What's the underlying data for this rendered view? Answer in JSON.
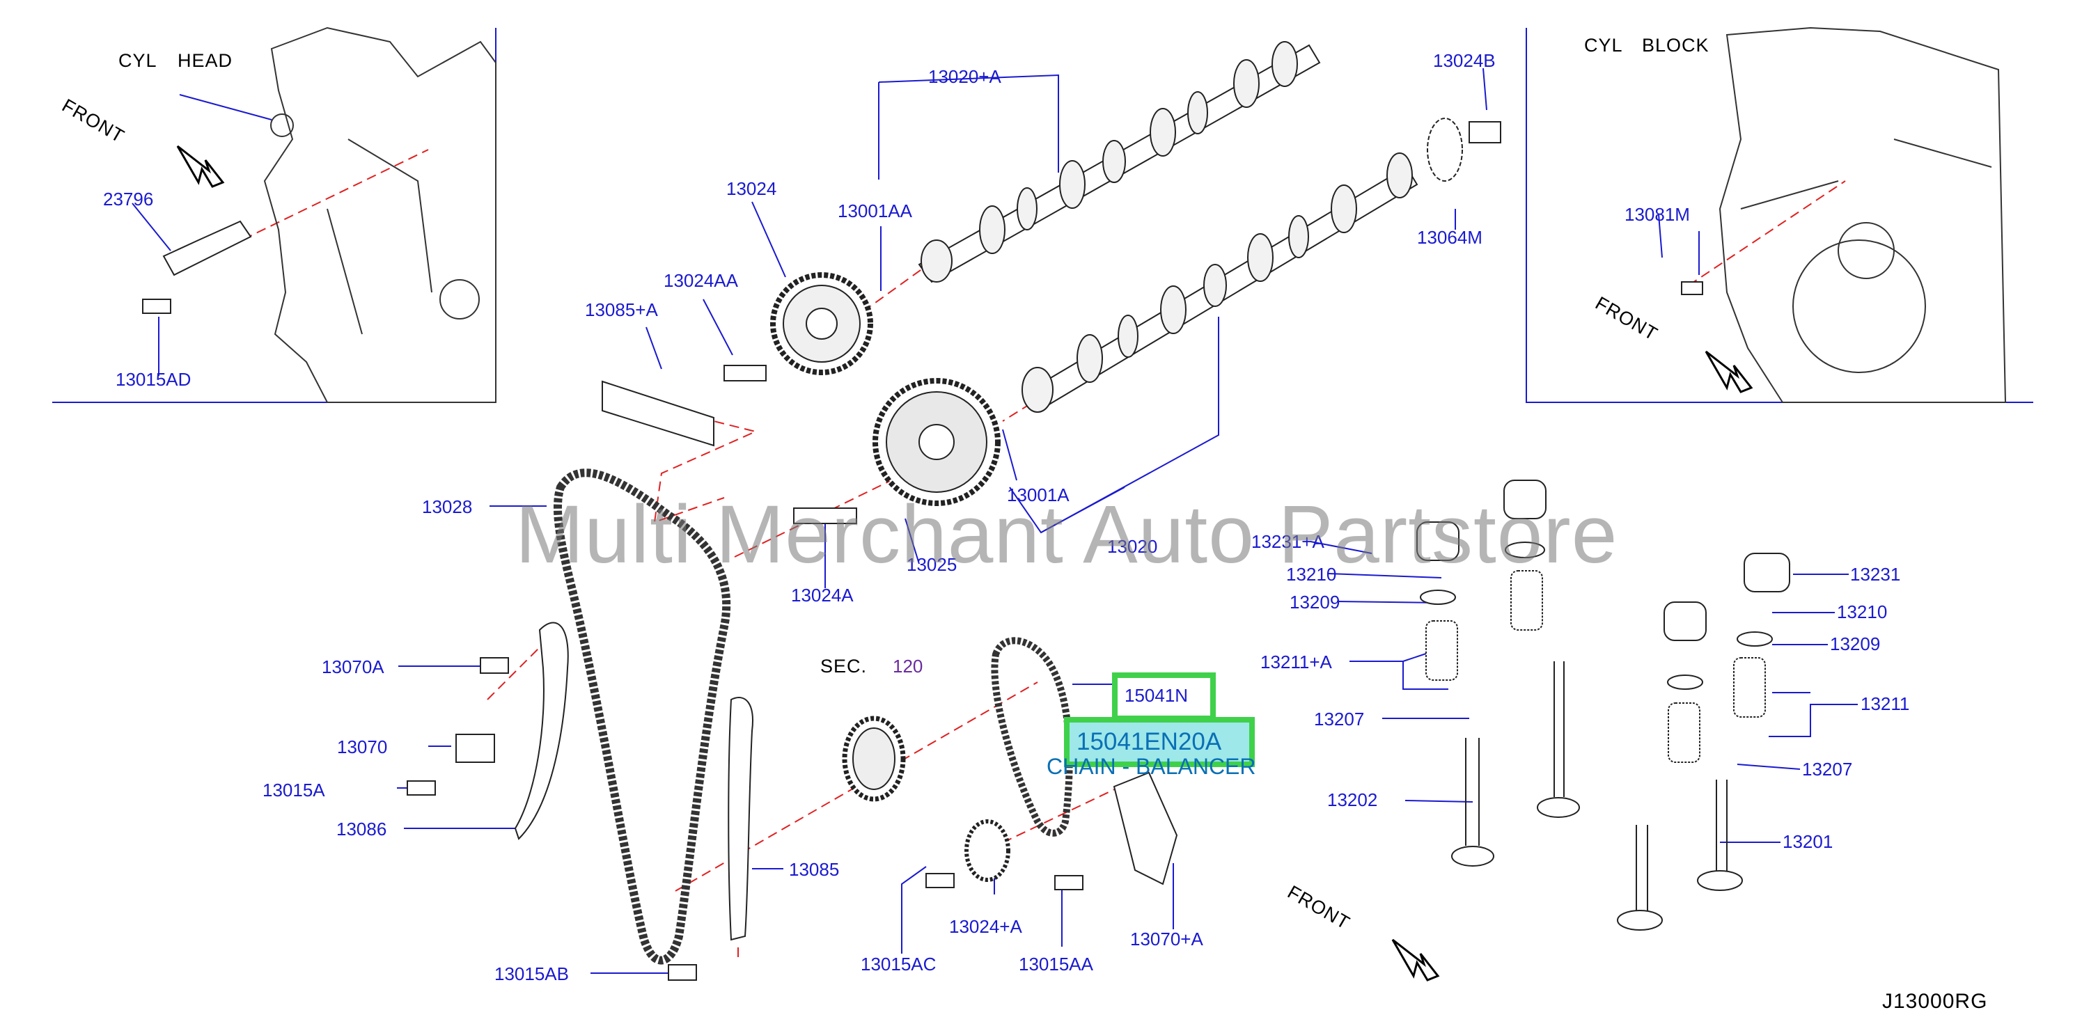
{
  "diagram_code": "J13000RG",
  "watermark": "Multi Merchant Auto Partstore",
  "insets": {
    "cyl_head": {
      "label_a": "CYL",
      "label_b": "HEAD",
      "front": "FRONT"
    },
    "cyl_block": {
      "label_a": "CYL",
      "label_b": "BLOCK",
      "front": "FRONT"
    }
  },
  "valve_front": "FRONT",
  "sec": {
    "label": "SEC.",
    "number": "120"
  },
  "highlight": {
    "part": "15041N",
    "oem": "15041EN20A",
    "description": "CHAIN - BALANCER"
  },
  "part_numbers": {
    "p23796": "23796",
    "p13015AD": "13015AD",
    "p13020A": "13020+A",
    "p13024": "13024",
    "p13001AA": "13001AA",
    "p13024AA": "13024AA",
    "p13085A": "13085+A",
    "p13024B": "13024B",
    "p13064M": "13064M",
    "p13081M": "13081M",
    "p13028": "13028",
    "p13001A": "13001A",
    "p13020": "13020",
    "p13024A": "13024A",
    "p13025": "13025",
    "p13070A": "13070A",
    "p13070": "13070",
    "p13015A": "13015A",
    "p13086": "13086",
    "p13085": "13085",
    "p13015AB": "13015AB",
    "p13015AC": "13015AC",
    "p13024A2": "13024+A",
    "p13015AA": "13015AA",
    "p13070A2": "13070+A",
    "p13231A": "13231+A",
    "p13210": "13210",
    "p13209": "13209",
    "p13211A": "13211+A",
    "p13207": "13207",
    "p13202": "13202",
    "p13231": "13231",
    "p13210b": "13210",
    "p13209b": "13209",
    "p13211": "13211",
    "p13207b": "13207",
    "p13201": "13201"
  }
}
